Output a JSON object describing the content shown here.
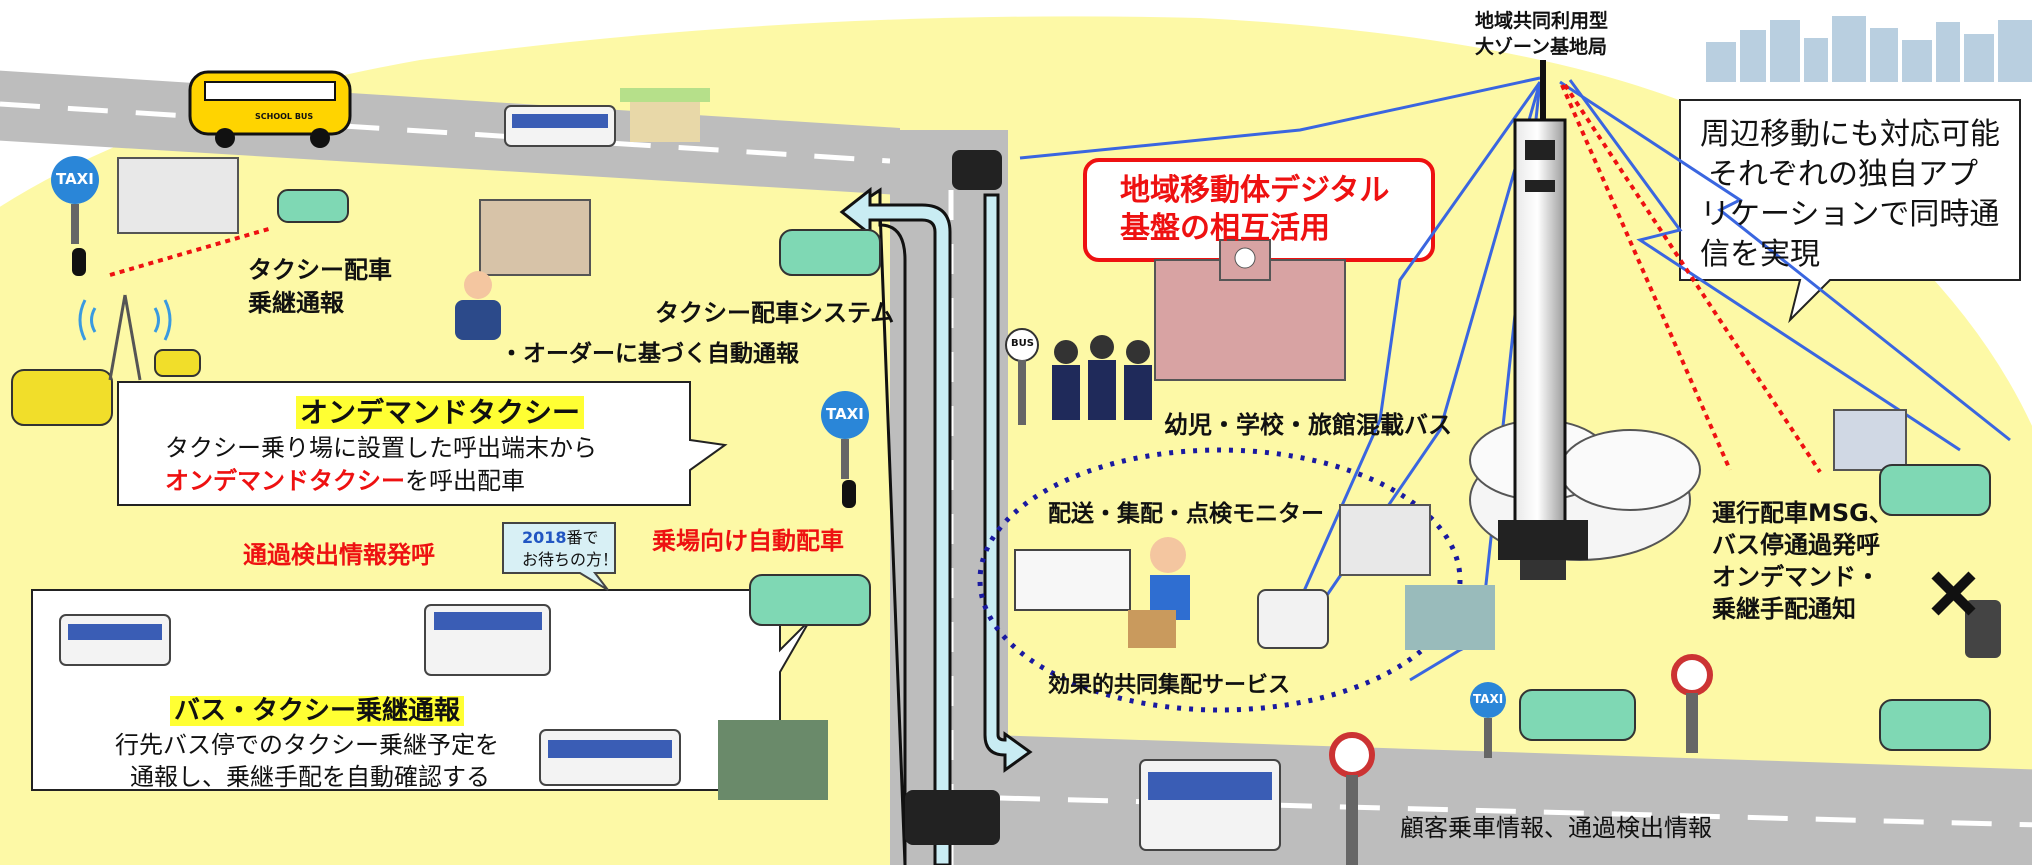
{
  "base_station_label": {
    "line1": "地域共同利用型",
    "line2": "大ゾーン基地局"
  },
  "right_callout": {
    "line1": "周辺移動にも対応可能",
    "line2": "それぞれの独自アプ",
    "line3": "リケーションで同時通",
    "line4": "信を実現"
  },
  "center_title": {
    "line1": "地域移動体デジタル",
    "line2": "基盤の相互活用"
  },
  "taxi_transfer": {
    "line1": "タクシー配車",
    "line2": "乗継通報"
  },
  "dispatch_system": "タクシー配車システム",
  "auto_notify": "・オーダーに基づく自動通報",
  "ondemand": {
    "title": "オンデマンドタクシー",
    "line1": "タクシー乗り場に設置した呼出端末から",
    "line2_red": "オンデマンドタクシー",
    "line2_rest": "を呼出配車"
  },
  "pass_detect": "通過検出情報発呼",
  "stand_dispatch": "乗場向け自動配車",
  "bubble": {
    "num": "2018",
    "line1_rest": "番で",
    "line2": "お待ちの方！"
  },
  "bus_taxi": {
    "title": "バス・タクシー乗継通報",
    "line1": "行先バス停でのタクシー乗継予定を",
    "line2": "通報し、乗継手配を自動確認する"
  },
  "mixed_bus": "幼児・学校・旅館混載バス",
  "delivery_monitor": "配送・集配・点検モニター",
  "joint_delivery": "効果的共同集配サービス",
  "operation": {
    "line1": "運行配車MSG、",
    "line2": "バス停通過発呼",
    "line3": "オンデマンド・",
    "line4": "乗継手配通知"
  },
  "customer_info": "顧客乗車情報、通過検出情報",
  "taxi_sign": "TAXI",
  "bus_stop_sign": "BUS",
  "school_bus_text": "SCHOOL BUS",
  "colors": {
    "background_yellow": "#fdf9a6",
    "road_gray": "#bdbdbd",
    "accent_red": "#ee1111",
    "radio_blue": "#3a66e0",
    "taxi_green": "#7fd8b4",
    "taxi_blue": "#2a86d8"
  },
  "icons": [
    "school-bus-icon",
    "city-bus-icon",
    "bus-shelter-icon",
    "taxi-sign-icon",
    "apartment-icon",
    "office-building-icon",
    "taxi-car-icon",
    "radio-tower-icon",
    "operator-person-icon",
    "hand-pointer-icon",
    "school-building-icon",
    "students-icon",
    "delivery-truck-icon",
    "delivery-worker-icon",
    "van-icon",
    "garbage-truck-icon",
    "base-station-tower-icon",
    "city-skyline-icon",
    "bus-stop-pole-icon",
    "smartphone-icon",
    "cross-mark-icon",
    "lightning-link-icon",
    "road-arrow-icon"
  ]
}
